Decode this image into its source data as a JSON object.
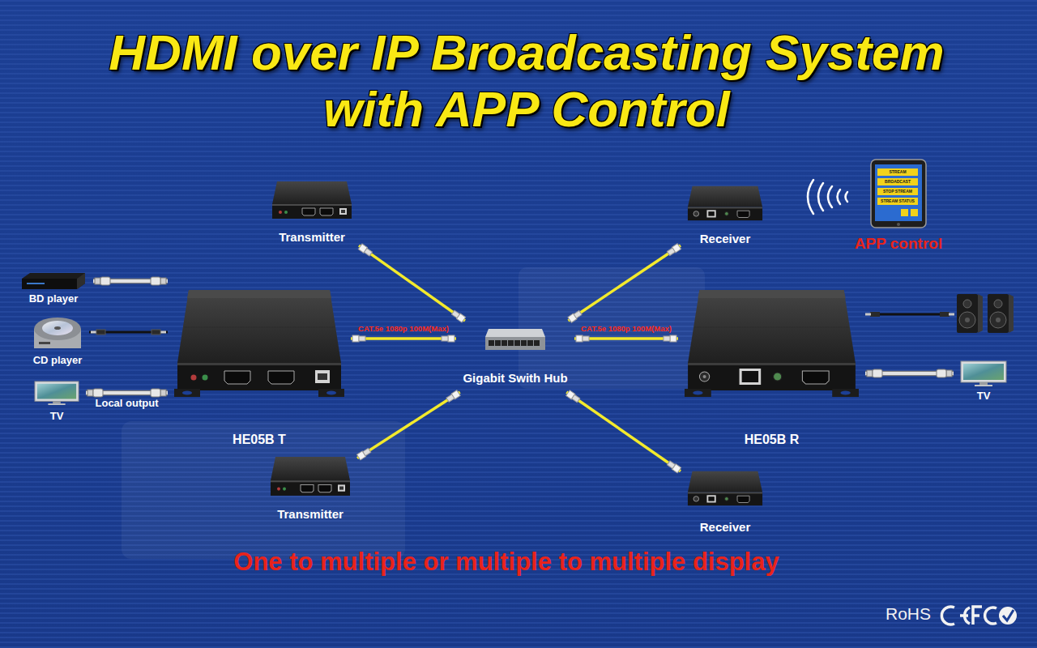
{
  "diagram": {
    "title": "HDMI over IP Broadcasting System with APP Control",
    "caption": "One to multiple or multiple to multiple display",
    "nodes": [
      {
        "text": [
          "Transmitter"
        ]
      },
      {
        "text": [
          "Receiver"
        ]
      },
      {
        "text": [
          "APP control"
        ]
      },
      {
        "text": [
          "BD player"
        ]
      },
      {
        "text": [
          "CD player"
        ]
      },
      {
        "text": [
          "TV"
        ]
      },
      {
        "text": [
          "HE05B T"
        ]
      },
      {
        "text": [
          "Gigabit Swith Hub"
        ]
      },
      {
        "text": [
          "HE05B R"
        ]
      },
      {
        "text": [
          "TV"
        ]
      },
      {
        "text": [
          "Transmitter"
        ]
      },
      {
        "text": [
          "Receiver"
        ]
      }
    ],
    "edges": [
      {
        "from": 0,
        "to": 7,
        "arrow": "none"
      },
      {
        "from": 7,
        "to": 1,
        "arrow": "none"
      },
      {
        "from": 3,
        "to": 6,
        "arrow": "none"
      },
      {
        "from": 4,
        "to": 6,
        "arrow": "none"
      },
      {
        "from": 6,
        "to": 5,
        "label": "Local output",
        "arrow": "none"
      },
      {
        "from": 6,
        "to": 7,
        "label": "CAT.5e 1080p 100M(Max)",
        "arrow": "none"
      },
      {
        "from": 7,
        "to": 8,
        "label": "CAT.5e 1080p 100M(Max)",
        "arrow": "none"
      },
      {
        "from": 8,
        "to": 9,
        "arrow": "none"
      },
      {
        "from": 10,
        "to": 7,
        "arrow": "none"
      },
      {
        "from": 7,
        "to": 11,
        "arrow": "none"
      }
    ],
    "labels": [
      "STREAM",
      "BROADCAST",
      "STOP STREAM",
      "STREAM STATUS",
      "RoHS"
    ]
  }
}
